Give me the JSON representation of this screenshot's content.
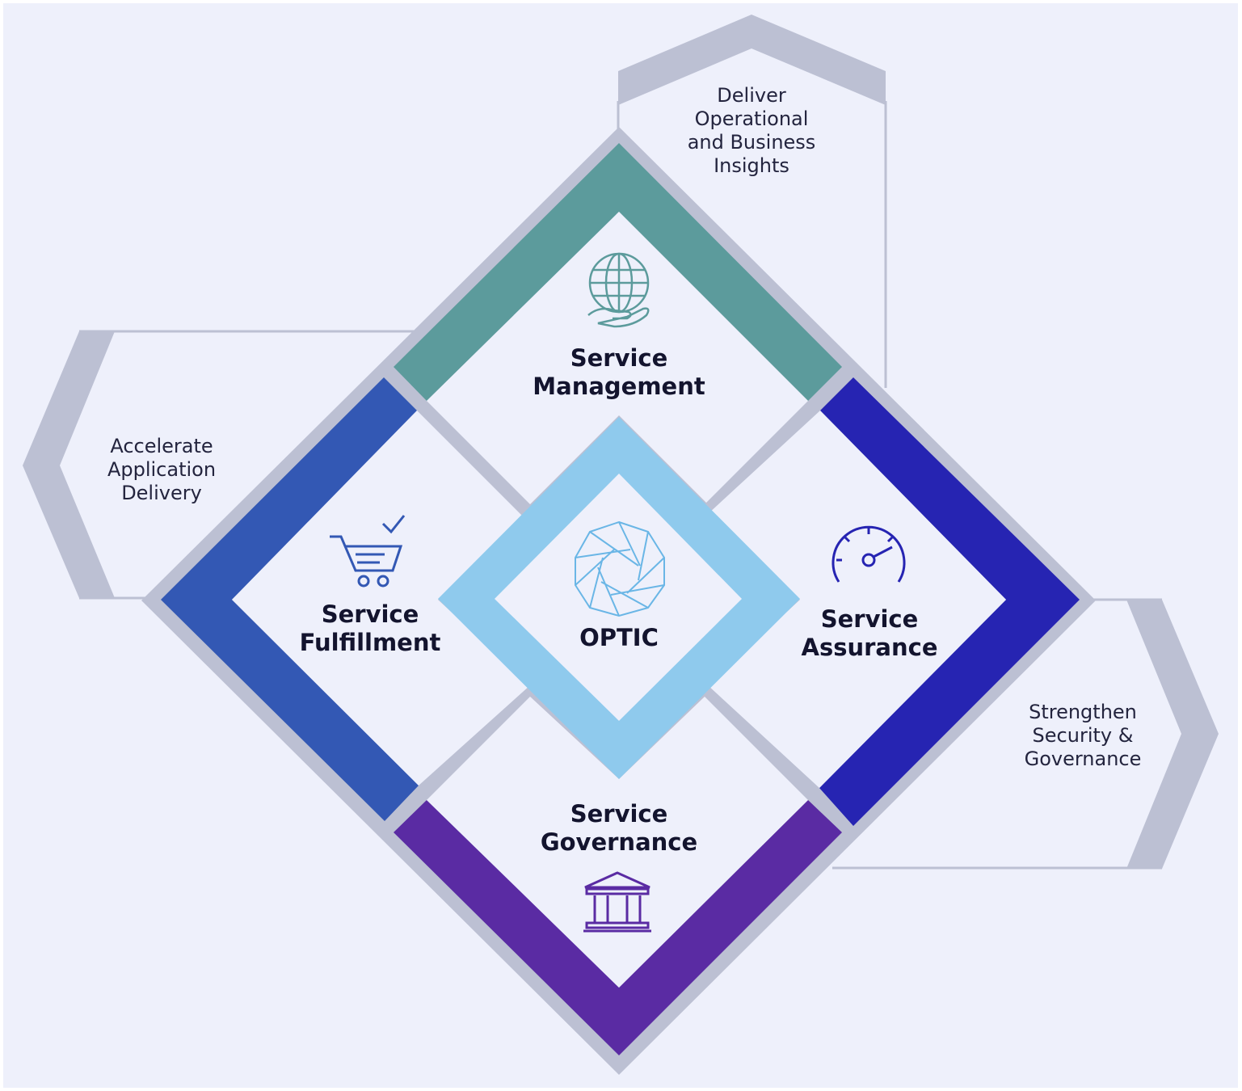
{
  "center": {
    "label": "OPTIC",
    "icon": "aperture-icon"
  },
  "quadrants": {
    "management": {
      "label": "Service\nManagement",
      "icon": "globe-in-hand-icon",
      "color": "#5c9b9c"
    },
    "fulfillment": {
      "label": "Service\nFulfillment",
      "icon": "shopping-cart-check-icon",
      "color": "#3358b4"
    },
    "assurance": {
      "label": "Service\nAssurance",
      "icon": "speedometer-icon",
      "color": "#2624b2"
    },
    "governance": {
      "label": "Service\nGovernance",
      "icon": "government-building-icon",
      "color": "#5a2ba3"
    }
  },
  "outcomes": {
    "insights": "Deliver\nOperational\nand Business\nInsights",
    "delivery": "Accelerate\nApplication\nDelivery",
    "security": "Strengthen\nSecurity &\nGovernance"
  },
  "colors": {
    "background": "#eef0fb",
    "frame": "#bcc0d3",
    "center_ring": "#8fcaed",
    "fulfillment_icon": "#3358b4",
    "assurance_icon": "#2624b2",
    "governance_icon": "#5a2ba3",
    "management_icon": "#5c9b9c",
    "center_icon": "#6ab6e6"
  }
}
